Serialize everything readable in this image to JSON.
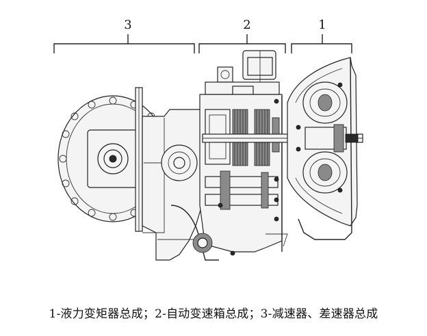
{
  "labels": {
    "part1": "1",
    "part2": "2",
    "part3": "3"
  },
  "caption": "1-液力变矩器总成；2-自动变速箱总成；3-减速器、差速器总成"
}
